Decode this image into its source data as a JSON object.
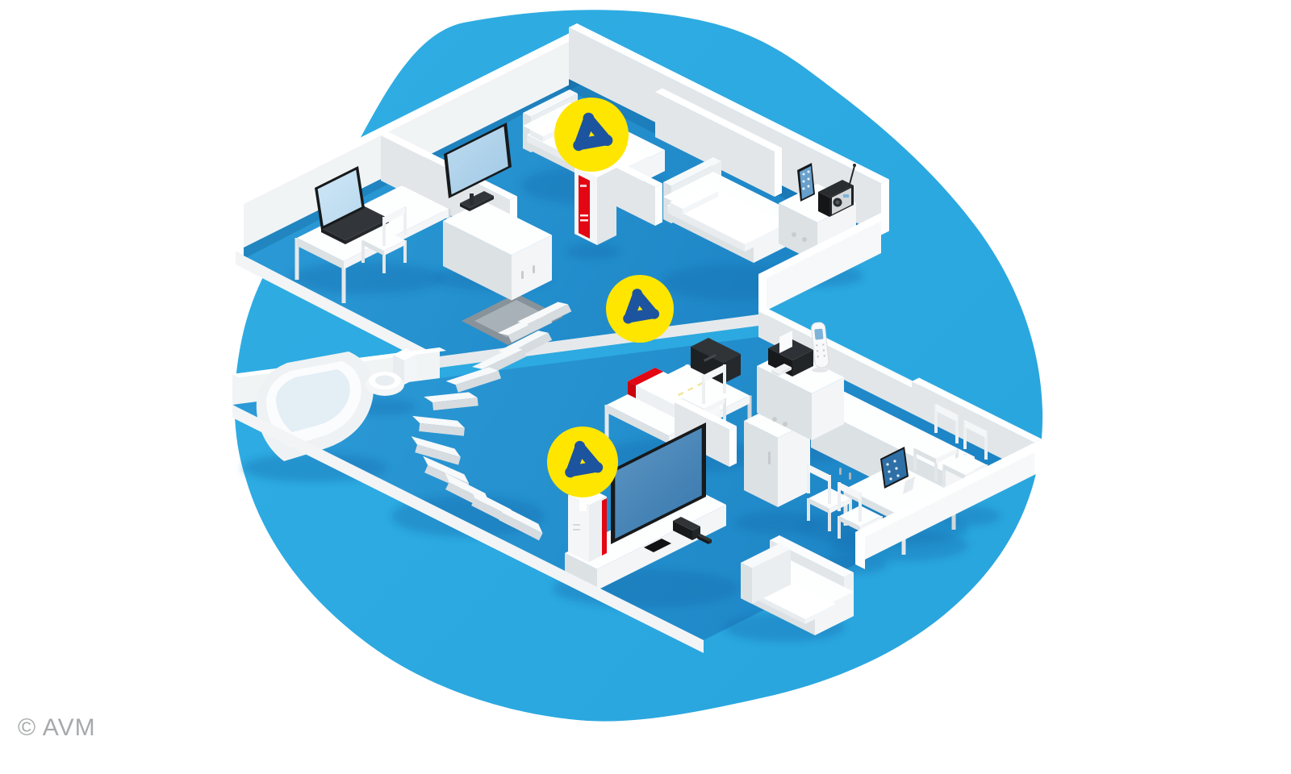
{
  "copyright": "© AVM",
  "illustration": {
    "title": "FRITZ! mesh WiFi home network — isometric cutaway two-storey house",
    "colors": {
      "background": "#FFFFFF",
      "blob_blue_light": "#2FADE3",
      "blob_blue": "#29A5DE",
      "floor_blue_light": "#2B9AD6",
      "floor_blue": "#1C83C4",
      "shadow_blue": "#1470B0",
      "wall_face_light": "#F1F4F5",
      "wall_face_mid": "#E2E6E9",
      "wall_top": "#FFFFFF",
      "box_top": "#FDFEFE",
      "box_se": "#F3F5F7",
      "box_sw": "#DCE1E4",
      "slab_light": "#F2F4F6",
      "slab_mid": "#E6E9EC",
      "device_dark": "#26292C",
      "device_darker": "#17191B",
      "screen_blue_light": "#D9EEFA",
      "screen_blue_mid": "#7FB2D9",
      "screen_blue_dark": "#2E6FA6",
      "fritz_red": "#E30613",
      "badge_yellow": "#FFE600",
      "mesh_blue": "#1D549F",
      "copyright_gray": "#A7A9AB"
    },
    "floors": [
      {
        "name": "upper-floor",
        "areas": [
          "office",
          "landing",
          "bedroom",
          "second-bedroom"
        ]
      },
      {
        "name": "lower-floor",
        "areas": [
          "bathroom",
          "staircase",
          "workspace",
          "kitchen",
          "dining-area",
          "living-room"
        ]
      }
    ],
    "mesh_badges": [
      {
        "id": "mesh-badge-upper",
        "attached_to": "fritz-repeater-upper"
      },
      {
        "id": "mesh-badge-middle",
        "attached_to": "fritz-box-router"
      },
      {
        "id": "mesh-badge-lower",
        "attached_to": "fritz-repeater-lower"
      }
    ],
    "devices": [
      "fritz-box-router",
      "fritz-repeater-upper",
      "fritz-repeater-lower",
      "laptop",
      "monitor",
      "smartphone",
      "internet-radio",
      "desk-printer",
      "printer",
      "cordless-phone",
      "tablet",
      "television",
      "game-console"
    ],
    "furniture": [
      "office-desk",
      "office-chair",
      "dresser",
      "bed",
      "second-bed",
      "nightstand",
      "bathtub",
      "toilet",
      "winding-stairs",
      "work-desk",
      "desk-chair",
      "kitchen-fridge",
      "kitchen-counter",
      "kitchen-sideboard",
      "dining-table",
      "dining-chairs",
      "tv-lowboard",
      "sofa"
    ]
  }
}
